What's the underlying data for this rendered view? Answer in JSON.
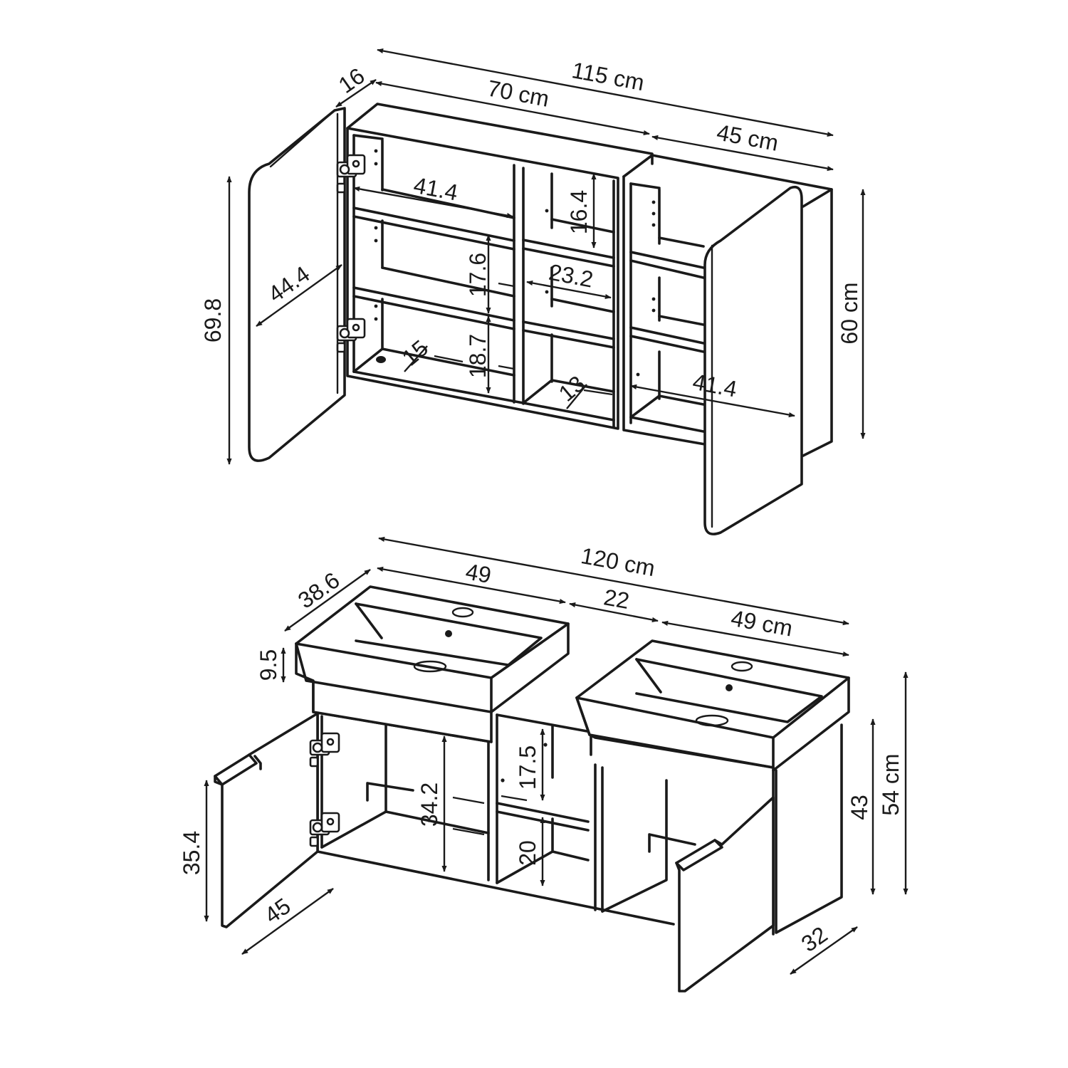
{
  "mirror_cabinet": {
    "dims": {
      "overall_width": "115 cm",
      "left_section_width": "70 cm",
      "right_section_width": "45 cm",
      "depth": "16",
      "left_door_height": "69.8",
      "left_door_width": "44.4",
      "inner_width_left": "41.4",
      "shelf_gap_top_middle": "16.4",
      "shelf_gap_left_mid": "17.6",
      "middle_compartment_width": "23.2",
      "shelf_gap_left_bottom": "18.7",
      "bottom_depth_left": "15",
      "bottom_depth_middle": "13",
      "inner_width_right": "41.4",
      "body_height": "60 cm"
    }
  },
  "vanity": {
    "dims": {
      "overall_width": "120 cm",
      "sink_left_width": "49",
      "sink_gap": "22",
      "sink_right_width": "49 cm",
      "sink_depth": "38.6",
      "sink_height": "9.5",
      "inner_height_left": "34.2",
      "compartment_top_height": "17.5",
      "compartment_bottom_height": "20",
      "door_height": "35.4",
      "door_width": "45",
      "body_height": "43",
      "total_height": "54 cm",
      "body_depth": "32"
    }
  }
}
